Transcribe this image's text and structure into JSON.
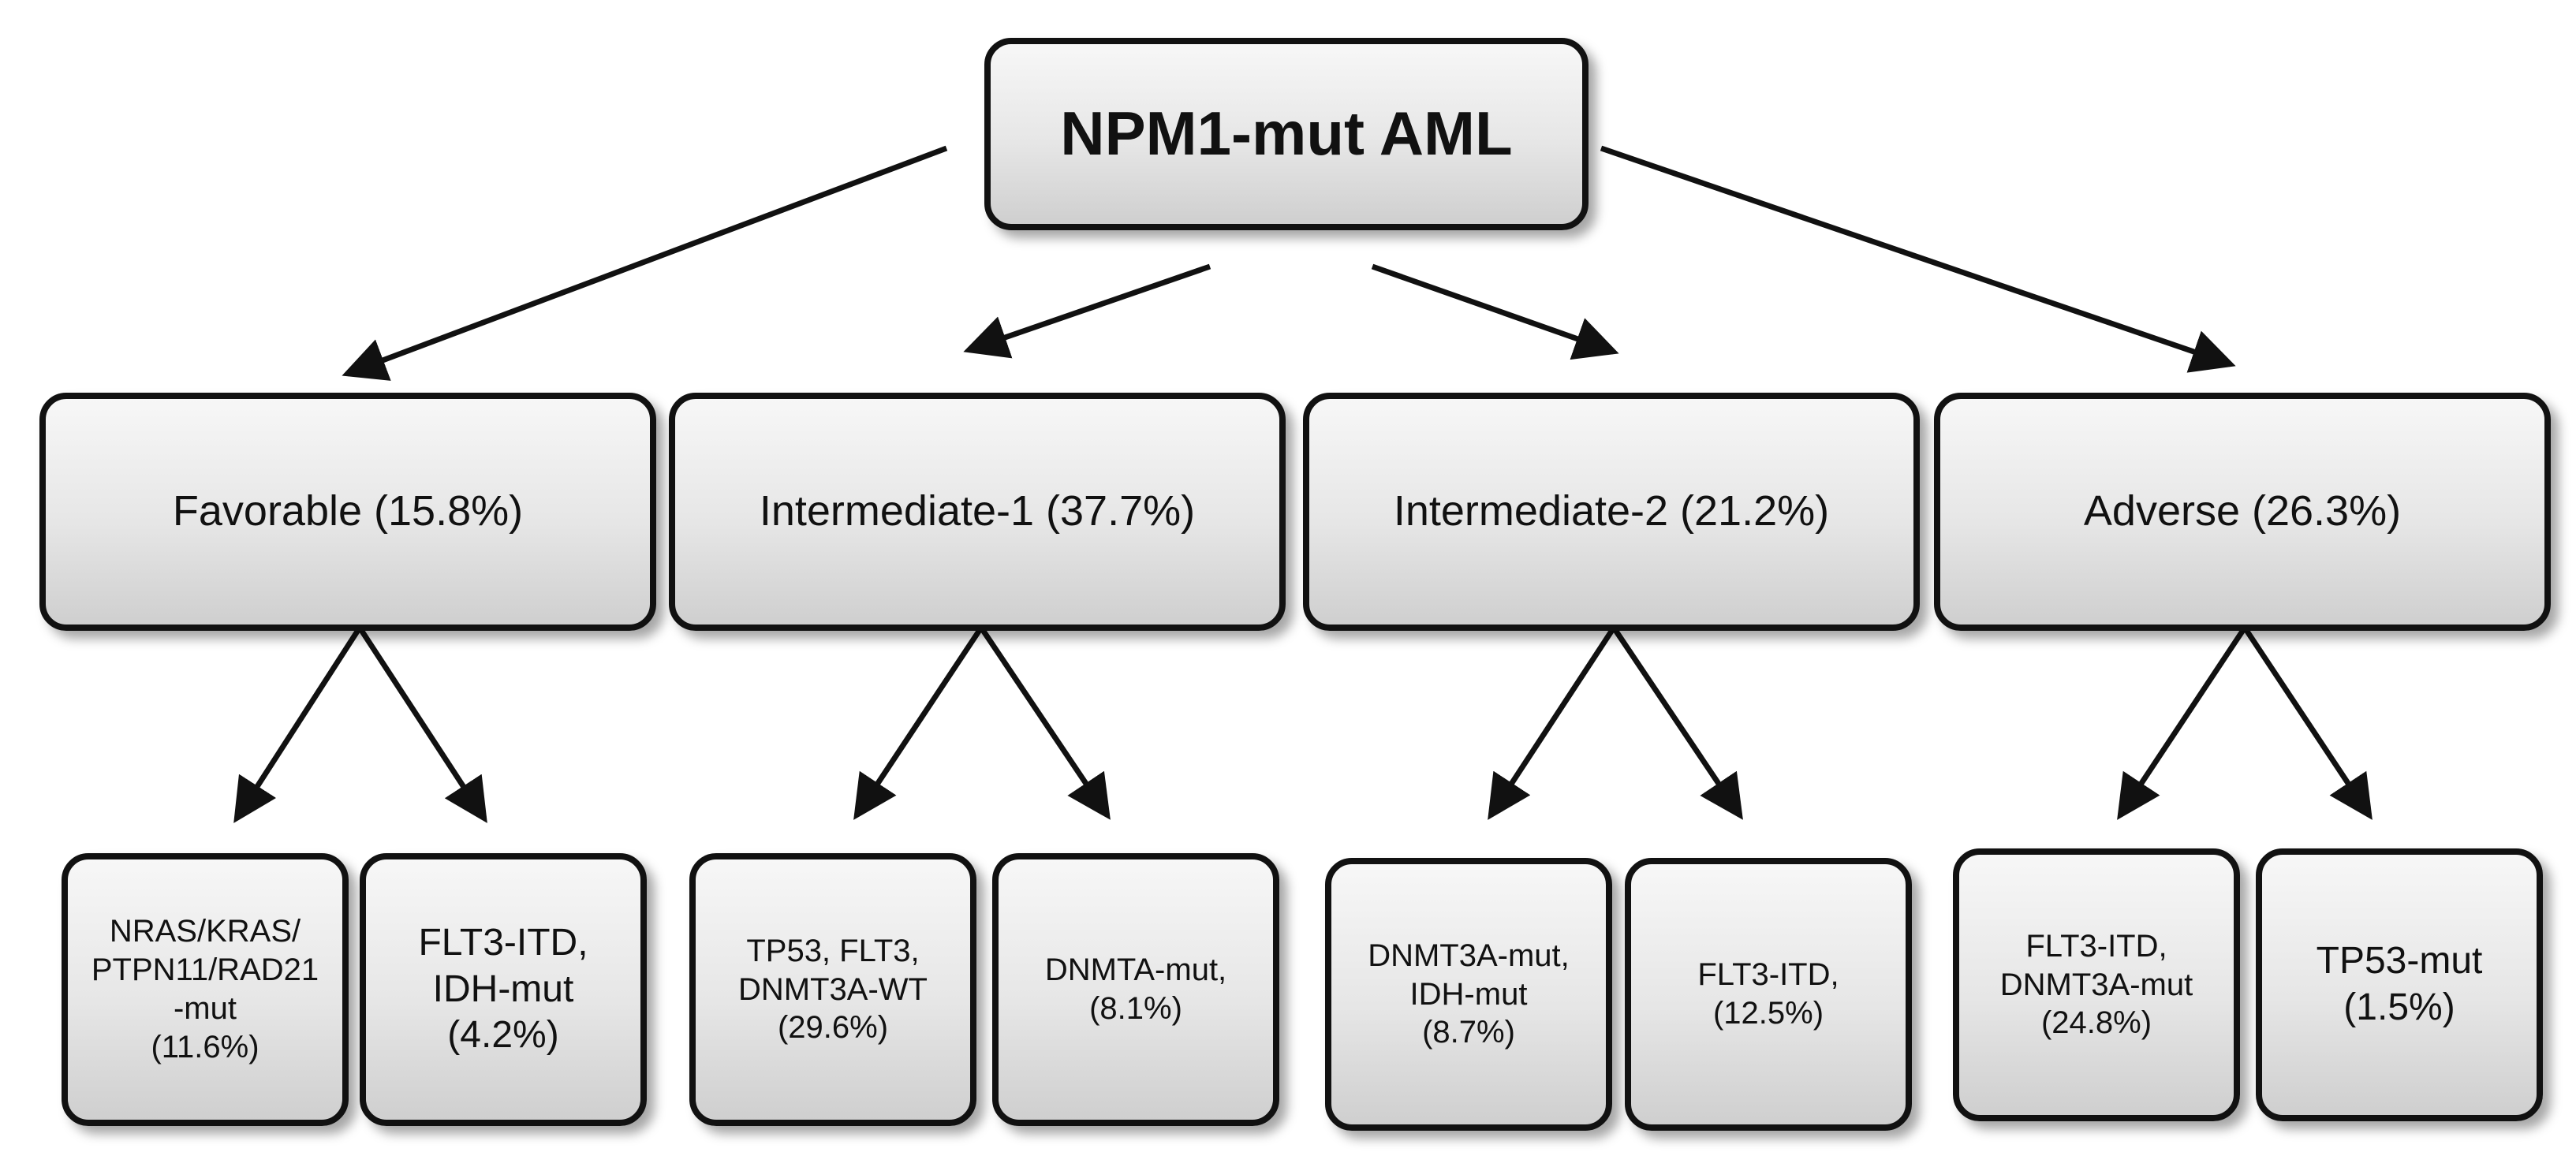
{
  "root": {
    "label": "NPM1-mut AML"
  },
  "categories": [
    {
      "label": "Favorable (15.8%)",
      "leaves": [
        {
          "label": "NRAS/KRAS/\nPTPN11/RAD21\n-mut\n(11.6%)"
        },
        {
          "label": "FLT3-ITD,\nIDH-mut\n(4.2%)"
        }
      ]
    },
    {
      "label": "Intermediate-1 (37.7%)",
      "leaves": [
        {
          "label": "TP53, FLT3,\nDNMT3A-WT\n(29.6%)"
        },
        {
          "label": "DNMTA-mut,\n(8.1%)"
        }
      ]
    },
    {
      "label": "Intermediate-2 (21.2%)",
      "leaves": [
        {
          "label": "DNMT3A-mut,\nIDH-mut\n(8.7%)"
        },
        {
          "label": "FLT3-ITD,\n(12.5%)"
        }
      ]
    },
    {
      "label": "Adverse (26.3%)",
      "leaves": [
        {
          "label": "FLT3-ITD,\nDNMT3A-mut\n(24.8%)"
        },
        {
          "label": "TP53-mut\n(1.5%)"
        }
      ]
    }
  ]
}
